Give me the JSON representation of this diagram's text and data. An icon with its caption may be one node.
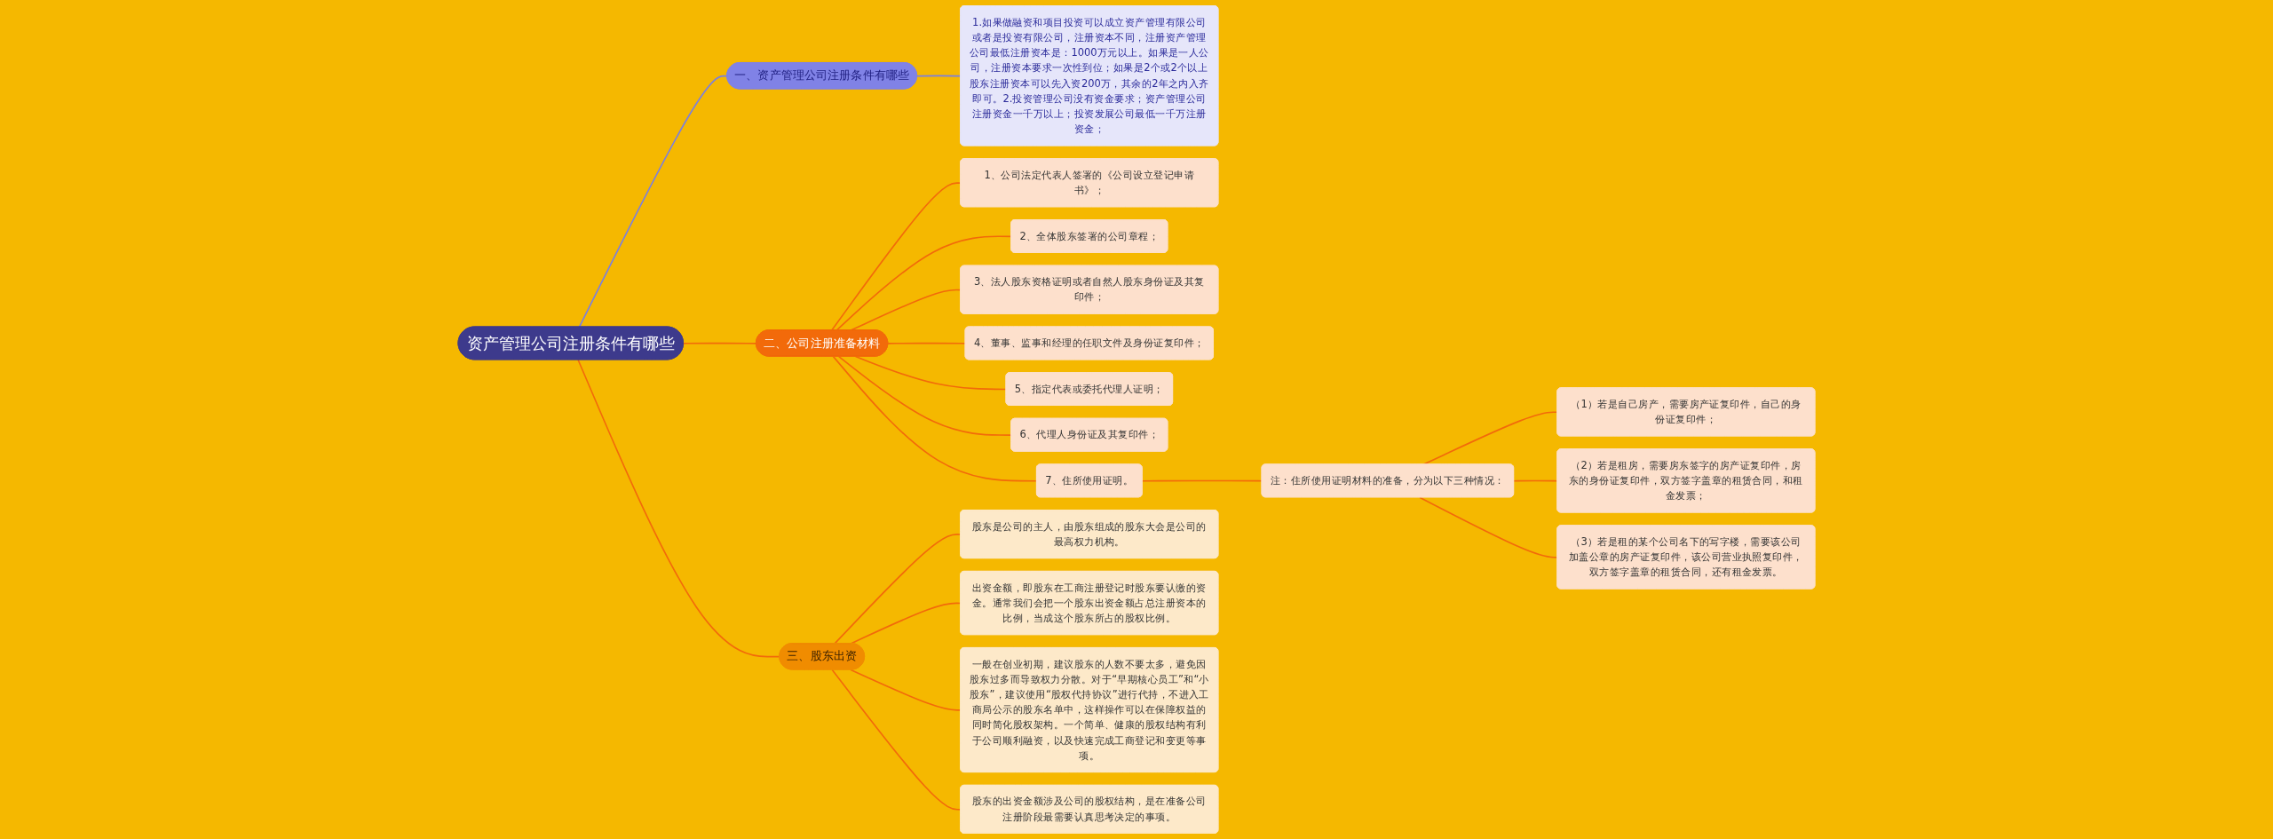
{
  "diagram": {
    "nodes": [
      {
        "text": [
          "资产管理公司注册条件有哪些"
        ]
      },
      {
        "text": [
          "一、资产管理公司注册条件有哪些"
        ]
      },
      {
        "text": [
          "1.如果做融资和项目投资可以成立资产管理有限公司或者是投资有限公司，注册资本不同，注册资产管理公司最低注册资本是：1000万元以上。如果是一人公司，注册资本要求一次性到位；如果是2个或2个以上股东注册资本可以先入资200万，其余的2年之内入齐即可。2.投资管理公司没有资金要求；资产管理公司注册资金一千万以上；投资发展公司最低一千万注册资金；"
        ]
      },
      {
        "text": [
          "二、公司注册准备材料"
        ]
      },
      {
        "text": [
          "1、公司法定代表人签署的《公司设立登记申请书》；"
        ]
      },
      {
        "text": [
          "2、全体股东签署的公司章程；"
        ]
      },
      {
        "text": [
          "3、法人股东资格证明或者自然人股东身份证及其复印件；"
        ]
      },
      {
        "text": [
          "4、董事、监事和经理的任职文件及身份证复印件；"
        ]
      },
      {
        "text": [
          "5、指定代表或委托代理人证明；"
        ]
      },
      {
        "text": [
          "6、代理人身份证及其复印件；"
        ]
      },
      {
        "text": [
          "7、住所使用证明。"
        ]
      },
      {
        "text": [
          "注：住所使用证明材料的准备，分为以下三种情况："
        ]
      },
      {
        "text": [
          "（1）若是自己房产，需要房产证复印件，自己的身份证复印件；"
        ]
      },
      {
        "text": [
          "（2）若是租房，需要房东签字的房产证复印件，房东的身份证复印件，双方签字盖章的租赁合同，和租金发票；"
        ]
      },
      {
        "text": [
          "（3）若是租的某个公司名下的写字楼，需要该公司加盖公章的房产证复印件，该公司营业执照复印件，双方签字盖章的租赁合同，还有租金发票。"
        ]
      },
      {
        "text": [
          "三、股东出资"
        ]
      },
      {
        "text": [
          "股东是公司的主人，由股东组成的股东大会是公司的最高权力机构。"
        ]
      },
      {
        "text": [
          "出资金额，即股东在工商注册登记时股东要认缴的资金。通常我们会把一个股东出资金额占总注册资本的比例，当成这个股东所占的股权比例。"
        ]
      },
      {
        "text": [
          "一般在创业初期，建议股东的人数不要太多，避免因股东过多而导致权力分散。对于“早期核心员工”和“小股东”，建议使用“股权代持协议”进行代持，不进入工商局公示的股东名单中，这样操作可以在保障权益的同时简化股权架构。一个简单、健康的股权结构有利于公司顺利融资，以及快速完成工商登记和变更等事项。"
        ]
      },
      {
        "text": [
          "股东的出资金额涉及公司的股权结构，是在准备公司注册阶段最需要认真思考决定的事项。"
        ]
      }
    ],
    "edges": [
      {
        "from": 0,
        "to": 1,
        "arrow": "none",
        "color": "#7b7fe0"
      },
      {
        "from": 1,
        "to": 2,
        "arrow": "none",
        "color": "#7b7fe0"
      },
      {
        "from": 0,
        "to": 3,
        "arrow": "none"
      },
      {
        "from": 3,
        "to": 4,
        "arrow": "none"
      },
      {
        "from": 3,
        "to": 5,
        "arrow": "none"
      },
      {
        "from": 3,
        "to": 6,
        "arrow": "none"
      },
      {
        "from": 3,
        "to": 7,
        "arrow": "none"
      },
      {
        "from": 3,
        "to": 8,
        "arrow": "none"
      },
      {
        "from": 3,
        "to": 9,
        "arrow": "none"
      },
      {
        "from": 3,
        "to": 10,
        "arrow": "none"
      },
      {
        "from": 10,
        "to": 11,
        "arrow": "none"
      },
      {
        "from": 11,
        "to": 12,
        "arrow": "none"
      },
      {
        "from": 11,
        "to": 13,
        "arrow": "none"
      },
      {
        "from": 11,
        "to": 14,
        "arrow": "none"
      },
      {
        "from": 0,
        "to": 15,
        "arrow": "none"
      },
      {
        "from": 15,
        "to": 16,
        "arrow": "none"
      },
      {
        "from": 15,
        "to": 17,
        "arrow": "none"
      },
      {
        "from": 15,
        "to": 18,
        "arrow": "none"
      },
      {
        "from": 15,
        "to": 19,
        "arrow": "none"
      }
    ]
  }
}
